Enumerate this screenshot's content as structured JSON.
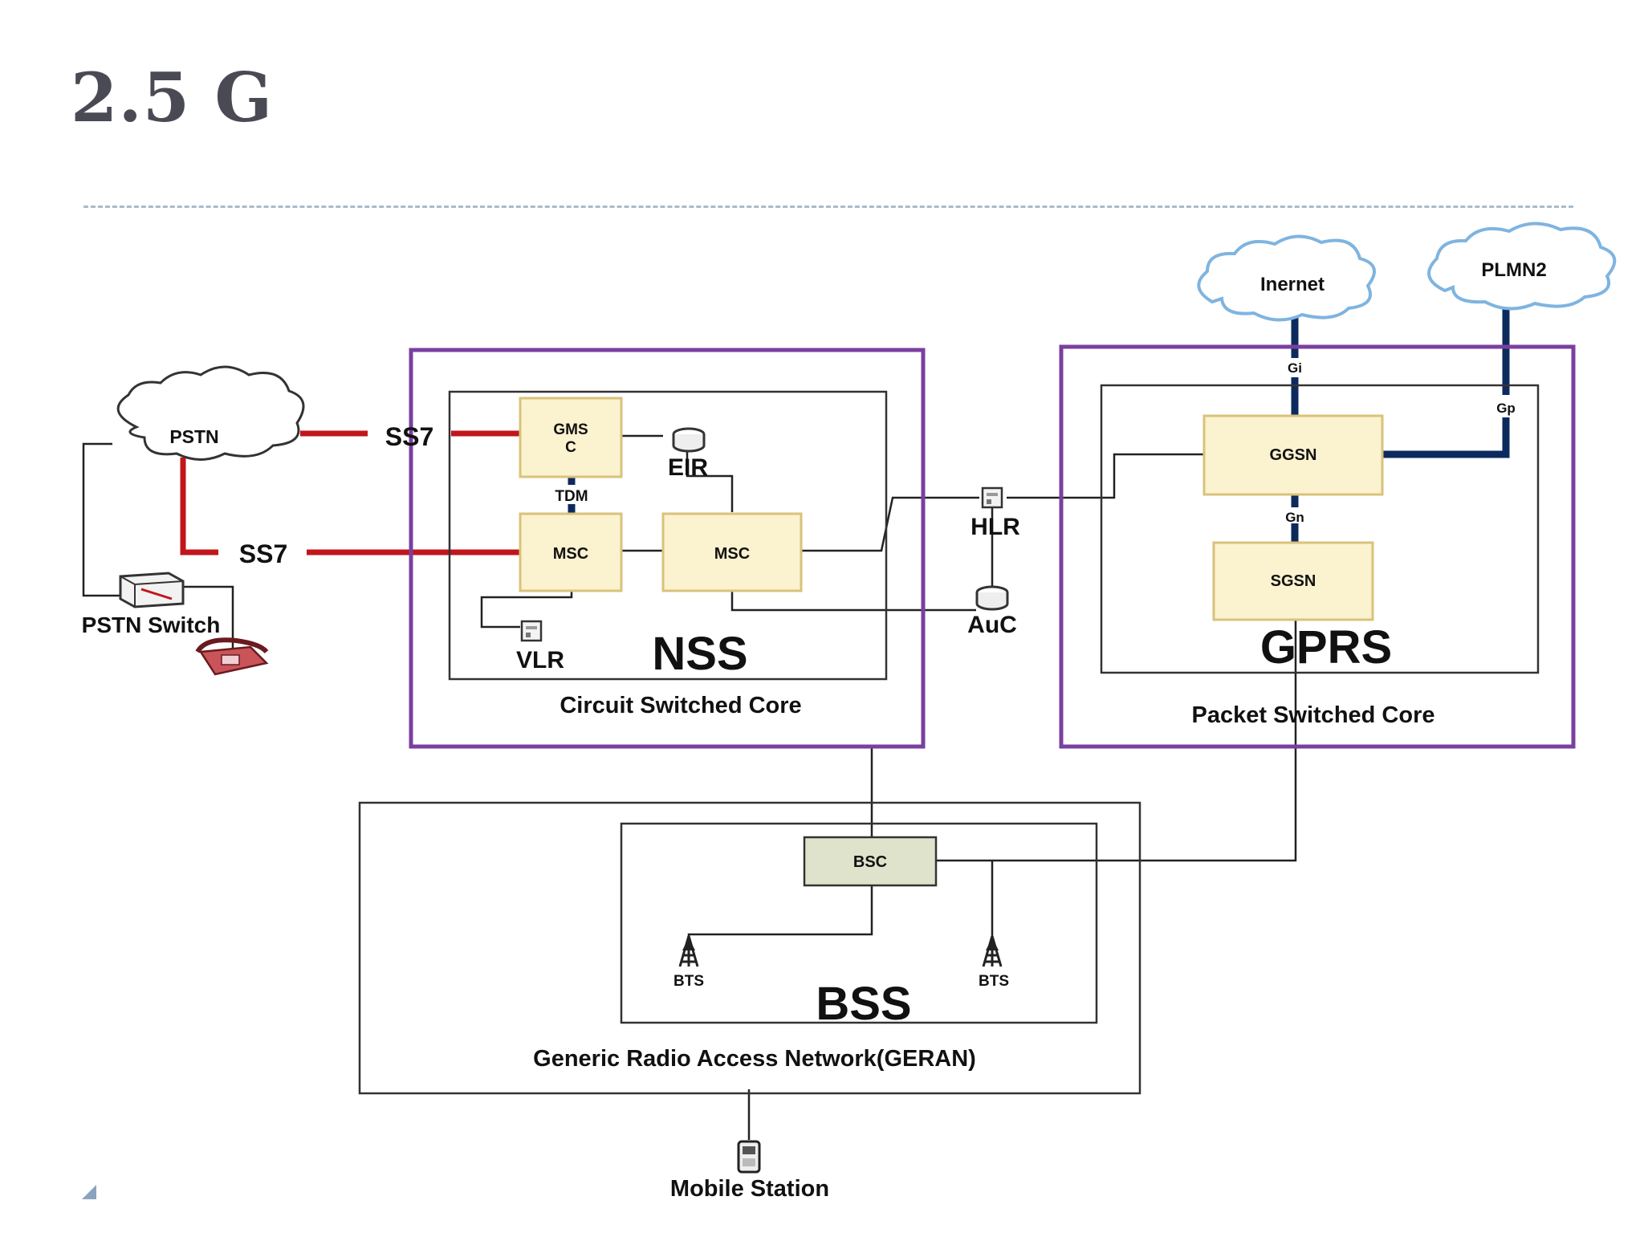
{
  "title": "2.5 G",
  "diagram": {
    "clouds": {
      "pstn": "PSTN",
      "internet": "Inernet",
      "plmn2": "PLMN2"
    },
    "links": {
      "ss7_top": "SS7",
      "ss7_bottom": "SS7",
      "tdm": "TDM",
      "gi": "Gi",
      "gp": "Gp",
      "gn": "Gn"
    },
    "nodes": {
      "gmsc": "GMS\nC",
      "msc_left": "MSC",
      "msc_right": "MSC",
      "ggsn": "GGSN",
      "sgsn": "SGSN",
      "bsc": "BSC"
    },
    "devices": {
      "eir": "EIR",
      "hlr": "HLR",
      "auc": "AuC",
      "vlr": "VLR",
      "pstn_switch": "PSTN Switch",
      "bts_left": "BTS",
      "bts_right": "BTS",
      "mobile_station": "Mobile Station"
    },
    "regions": {
      "nss": "NSS",
      "circuit_switched_core": "Circuit Switched Core",
      "gprs": "GPRS",
      "packet_switched_core": "Packet Switched Core",
      "bss": "BSS",
      "geran": "Generic Radio Access Network(GERAN)"
    }
  },
  "colors": {
    "core_border": "#7a3fa0",
    "node_fill": "#fbf2cf",
    "node_border": "#d9c37a",
    "bsc_fill": "#dfe3cc",
    "ss7_line": "#c0161c",
    "packet_line": "#0d2a5e",
    "cloud_border": "#7fb4e0"
  }
}
